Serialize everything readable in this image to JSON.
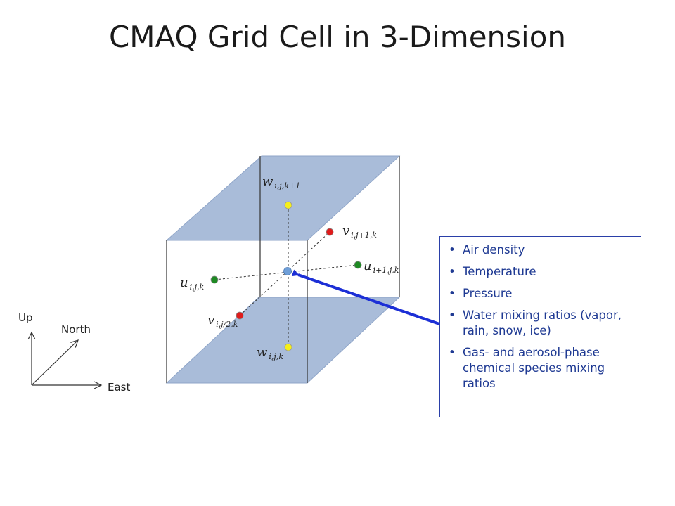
{
  "title": "CMAQ Grid Cell in 3-Dimension",
  "labels": {
    "w_top": {
      "main": "w",
      "sub": "i,j,k+1"
    },
    "v_back": {
      "main": "v",
      "sub": "i,j+1,k"
    },
    "u_right": {
      "main": "u",
      "sub": "i+1,j,k"
    },
    "u_left": {
      "main": "u",
      "sub": "i,j,k"
    },
    "v_front": {
      "main": "v",
      "sub": "i,j/2,k"
    },
    "w_bottom": {
      "main": "w",
      "sub": "i,j,k"
    }
  },
  "axes": {
    "up": "Up",
    "north": "North",
    "east": "East"
  },
  "info_items": [
    "Air density",
    "Temperature",
    "Pressure",
    "Water mixing ratios (vapor, rain, snow, ice)",
    "Gas- and aerosol-phase chemical species mixing ratios"
  ],
  "colors": {
    "face_fill": "#a9bcd9",
    "w_node": "#f5ef1a",
    "u_node": "#1e8a23",
    "v_node": "#e01b1b",
    "center_node": "#6f9fd8",
    "arrow": "#1c2fd6"
  }
}
